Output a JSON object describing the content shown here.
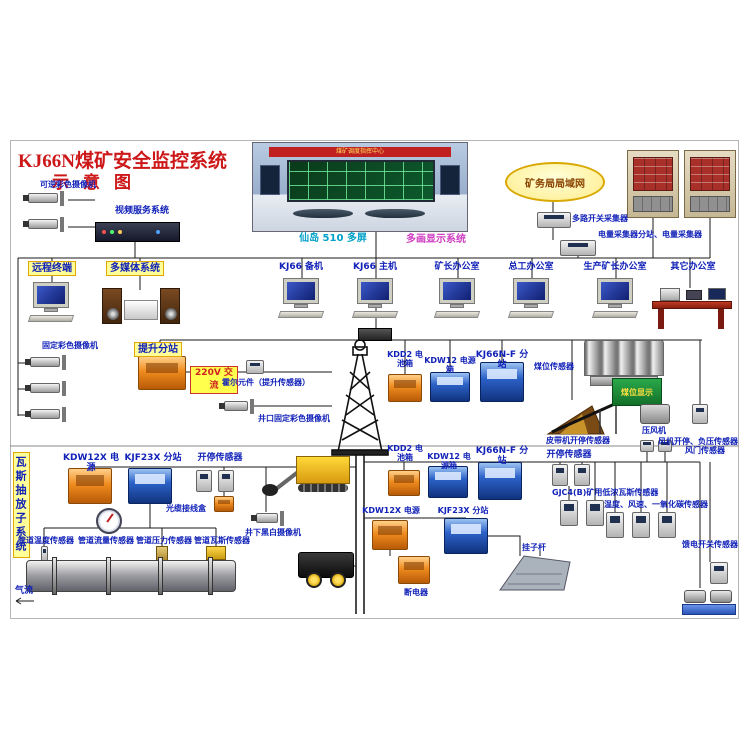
{
  "colors": {
    "title_red": "#cc1818",
    "label_blue": "#1222b8",
    "station_orange": "#ef8b1e",
    "station_blue": "#2c62c8",
    "highlight_yellow": "#ffff99"
  },
  "title": {
    "line1": "KJ66N煤矿安全监控系统",
    "line2": "示意图"
  },
  "top": {
    "reversible_camera": "可逆彩色摄像机",
    "video_service": "视频服务系统",
    "remote_terminal": "远程终端",
    "multimedia": "多媒体系统",
    "fixed_camera": "固定彩色摄像机",
    "banner": "煤矿调度指挥中心",
    "multiscreen": "仙岛 510 多屏",
    "display_system": "多画显示系统",
    "cloud": "矿务局局域网",
    "switch_collector": "多路开关采集器",
    "power_collector": "电量采集器分站、电量采集器",
    "station_labels": [
      "KJ66 备机",
      "KJ66 主机",
      "矿长办公室",
      "总工办公室",
      "生产矿长办公室",
      "其它办公室"
    ]
  },
  "mid": {
    "hoist_station": "提升分站",
    "ac_220": "220V 交流",
    "hall_sensor": "霍尔元件（提升传感器）",
    "shaft_camera": "井口固定彩色摄像机",
    "kdd2_battery": "KDD2 电池箱",
    "kdw12_power": "KDW12 电源箱",
    "kj66nf_station": "KJ66N-F 分站",
    "coal_level_sensor": "煤位传感器",
    "coal_level_display": "煤位显示",
    "compressor": "压风机",
    "belt_sensor": "皮带机开停传感器",
    "fan_sensor": "风机开停、负压传感器"
  },
  "gas": {
    "system": "瓦斯抽放子系统",
    "kdw12x_power": "KDW12X 电源",
    "kjf23x_station": "KJF23X 分站",
    "start_stop": "开停传感器",
    "fiber_box": "光缆接线盒",
    "bw_camera": "井下黑白摄像机",
    "pipe_temp": "管道温度传感器",
    "pipe_flow": "管道流量传感器",
    "pipe_pressure": "管道压力传感器",
    "pipe_gas": "管道瓦斯传感器",
    "airflow": "气流"
  },
  "under": {
    "kdd2_battery": "KDD2 电池箱",
    "kdw12_power": "KDW12 电源箱",
    "kj66nf_station": "KJ66N-F 分站",
    "start_stop": "开停传感器",
    "door_sensor": "风门传感器",
    "gjc4_sensor": "GJC4(B)矿用低浓瓦斯传感器",
    "multi_sensor": "温度、风速、一氧化碳传感器",
    "kdw12x_power": "KDW12X 电源",
    "kjf23x_station": "KJF23X 分站",
    "breaker": "断电器",
    "hanger": "挂子杆",
    "feed_switch_sensor": "馈电开关传感器"
  }
}
